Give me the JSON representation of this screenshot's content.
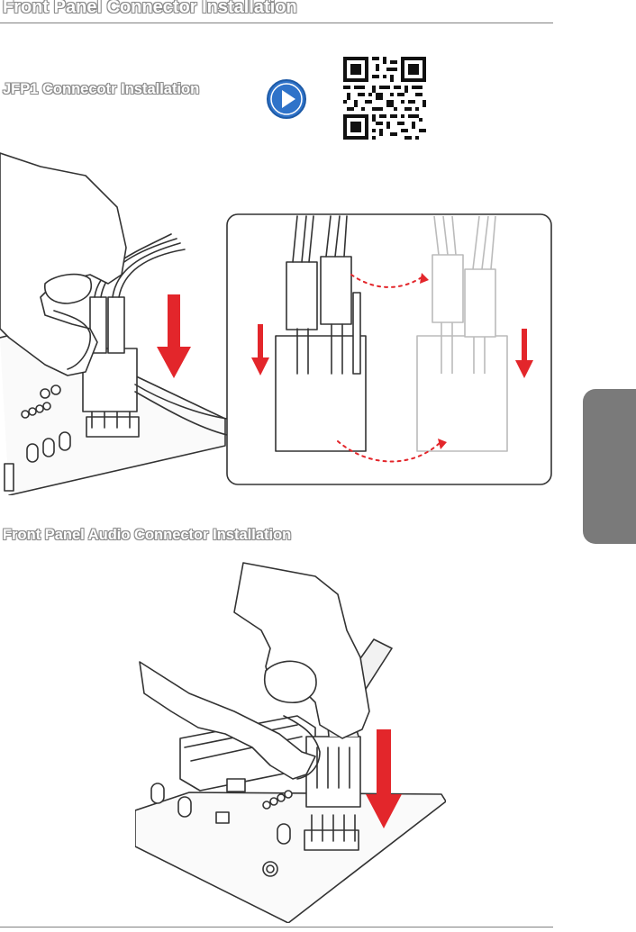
{
  "page": {
    "title": "Front Panel Connector Installation",
    "section_jfp1": "JFP1 Connecotr Installation",
    "section_audio": "Front Panel Audio Connector Installation"
  },
  "colors": {
    "heading_outline": "#8c8c8c",
    "play_button": "#2f73c9",
    "arrow_red": "#e3262b",
    "rule": "#808080",
    "side_tab": "#7a7a7a"
  },
  "icons": {
    "play": "play-button-icon",
    "qr": "qr-code"
  }
}
